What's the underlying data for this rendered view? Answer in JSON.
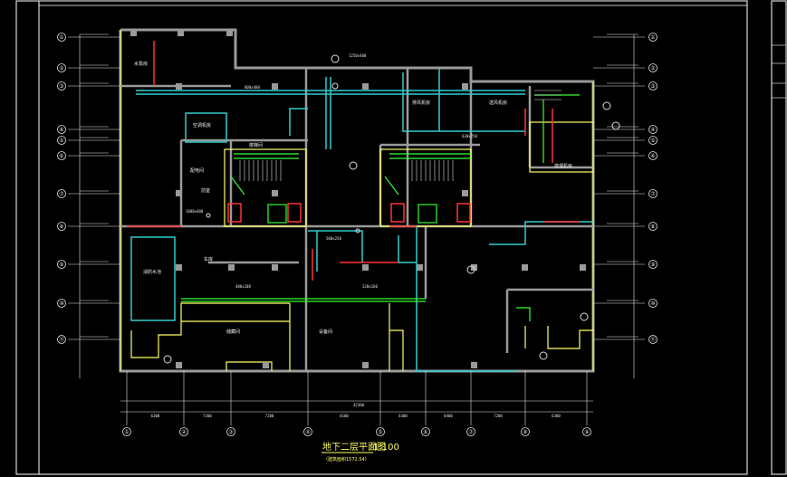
{
  "drawing": {
    "title_cn": "地下二层平面图",
    "scale": "1:100",
    "subnote": "（建筑面积1572.54）",
    "colors": {
      "bg": "#000000",
      "frame": "#ffffff",
      "wall_gray": "#9a9a9a",
      "wall_yellow": "#ffff66",
      "duct_cyan": "#33cccc",
      "pipe_green": "#33ff33",
      "line_red": "#ff3333",
      "dim_white": "#e6e6e6",
      "label_white": "#f0f0f0",
      "text_yellow": "#ffff66"
    }
  },
  "axes": {
    "left": [
      "①",
      "②",
      "③",
      "⑧",
      "⑤",
      "⑥",
      "⑦",
      "⑧",
      "⑨",
      "⑩",
      "⑪"
    ],
    "right": [
      "①",
      "②",
      "③",
      "④",
      "⑤",
      "⑥",
      "⑦",
      "⑧",
      "⑨",
      "⑩",
      "⑪"
    ],
    "bottom": [
      "①",
      "②",
      "③",
      "④",
      "⑤",
      "⑥",
      "⑦",
      "⑧",
      "⑨"
    ]
  },
  "room_labels": [
    "水泵房",
    "空调机房",
    "配电间",
    "排风机房",
    "送风机房",
    "楼梯间",
    "前室",
    "车库",
    "消防水池",
    "储藏间",
    "设备间",
    "排烟机房"
  ],
  "duct_labels": [
    "1250x400",
    "800x400",
    "630x250",
    "500x250",
    "400x200",
    "320x160",
    "1000x400"
  ],
  "dims": {
    "bottom": [
      "6300",
      "7200",
      "7200",
      "8100",
      "6300",
      "8400",
      "7200",
      "6300"
    ],
    "total": "42300"
  }
}
